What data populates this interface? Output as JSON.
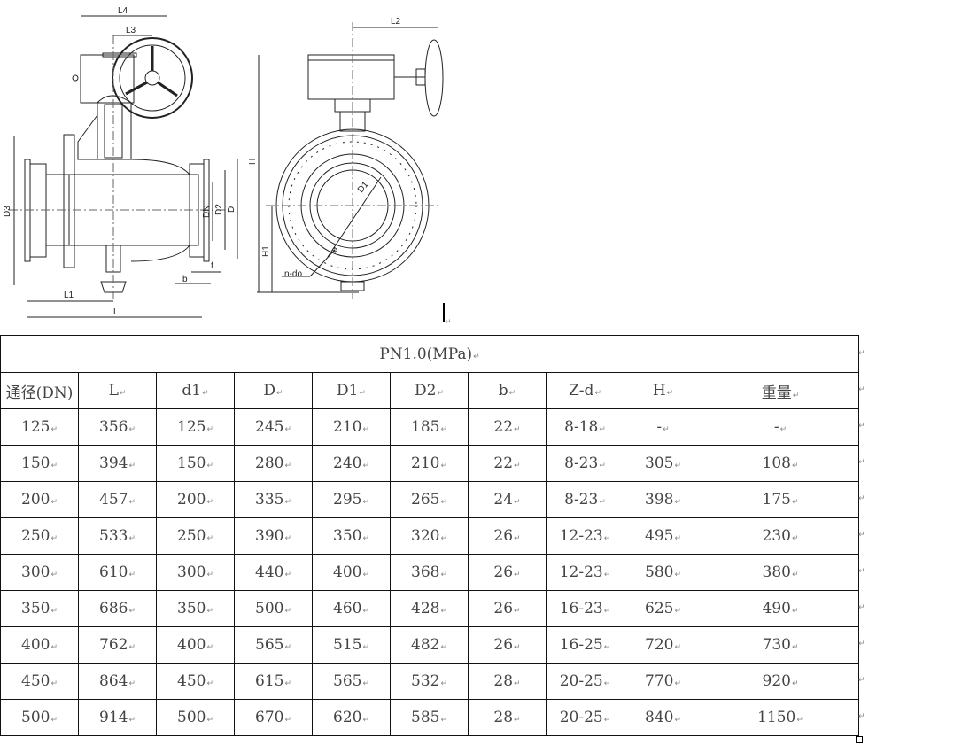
{
  "drawing": {
    "front_view_labels": {
      "L4": "L4",
      "L3": "L3",
      "D3": "D3",
      "DN": "DN",
      "D2": "D2",
      "D": "D",
      "f": "f",
      "b": "b",
      "L1": "L1",
      "L": "L"
    },
    "side_view_labels": {
      "L2": "L2",
      "H": "H",
      "H1": "H1",
      "D1": "D1",
      "ndo": "n-do",
      "phi": "ø"
    }
  },
  "paragraph_mark": "↵",
  "table": {
    "title": "PN1.0(MPa)",
    "headers": [
      "通径(DN)",
      "L",
      "d1",
      "D",
      "D1",
      "D2",
      "b",
      "Z-d",
      "H",
      "重量"
    ],
    "rows": [
      [
        "125",
        "356",
        "125",
        "245",
        "210",
        "185",
        "22",
        "8-18",
        "-",
        "-"
      ],
      [
        "150",
        "394",
        "150",
        "280",
        "240",
        "210",
        "22",
        "8-23",
        "305",
        "108"
      ],
      [
        "200",
        "457",
        "200",
        "335",
        "295",
        "265",
        "24",
        "8-23",
        "398",
        "175"
      ],
      [
        "250",
        "533",
        "250",
        "390",
        "350",
        "320",
        "26",
        "12-23",
        "495",
        "230"
      ],
      [
        "300",
        "610",
        "300",
        "440",
        "400",
        "368",
        "26",
        "12-23",
        "580",
        "380"
      ],
      [
        "350",
        "686",
        "350",
        "500",
        "460",
        "428",
        "26",
        "16-23",
        "625",
        "490"
      ],
      [
        "400",
        "762",
        "400",
        "565",
        "515",
        "482",
        "26",
        "16-25",
        "720",
        "730"
      ],
      [
        "450",
        "864",
        "450",
        "615",
        "565",
        "532",
        "28",
        "20-25",
        "770",
        "920"
      ],
      [
        "500",
        "914",
        "500",
        "670",
        "620",
        "585",
        "28",
        "20-25",
        "840",
        "1150"
      ]
    ]
  }
}
